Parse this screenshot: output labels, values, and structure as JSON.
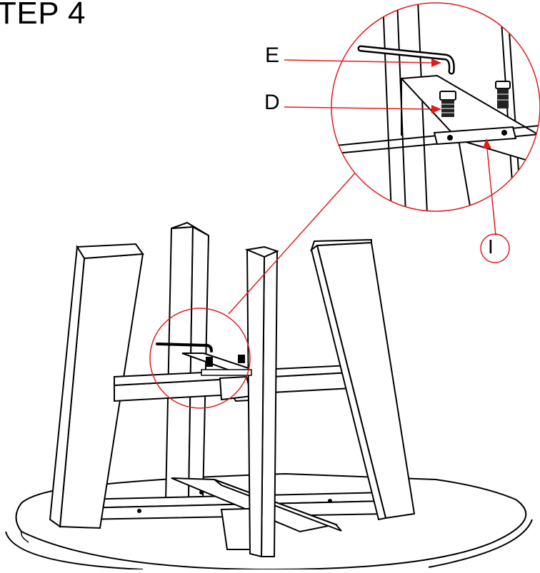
{
  "title": "TEP 4",
  "callouts": {
    "e": "E",
    "d": "D",
    "i": "I"
  },
  "colors": {
    "line": "#000000",
    "callout": "#e21b1b",
    "fill": "#ffffff",
    "part": "#1a1a1a"
  },
  "icons": {
    "wrench": "allen-key-icon",
    "bolt": "bolt-icon",
    "plate": "connector-plate-icon"
  }
}
